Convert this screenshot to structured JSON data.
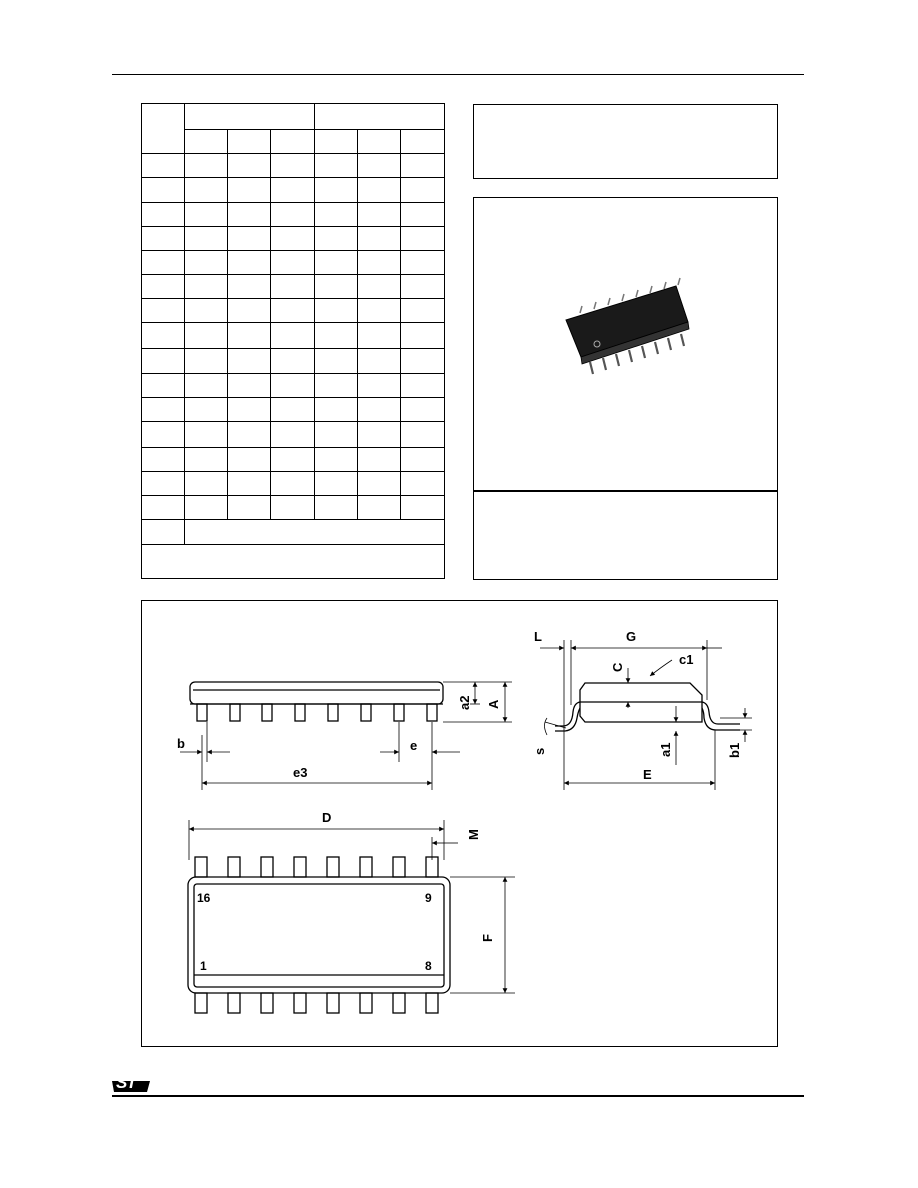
{
  "pin_labels": {
    "p16": "16",
    "p9": "9",
    "p1": "1",
    "p8": "8"
  },
  "dimension_labels": {
    "L": "L",
    "G": "G",
    "C": "C",
    "c1": "c1",
    "a2": "a2",
    "A": "A",
    "b": "b",
    "e": "e",
    "e3": "e3",
    "s": "s",
    "a1": "a1",
    "b1": "b1",
    "E": "E",
    "D": "D",
    "M": "M",
    "F": "F"
  },
  "logo_text": "ST",
  "colors": {
    "ink": "#000000",
    "paper": "#ffffff",
    "chip": "#1a1a1a"
  }
}
